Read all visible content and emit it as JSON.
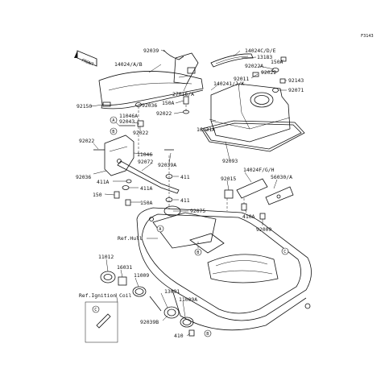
{
  "figure_code": "F3143",
  "front_marker": "FRONT",
  "callouts": [
    "A",
    "B",
    "C"
  ],
  "labels": {
    "p92039": "92039",
    "p14024CDE": "14024C/D/E",
    "p13183": "13183",
    "p150A_top": "150A",
    "p92022A": "92022A",
    "p92022_tr": "92022",
    "p14024AB": "14024/A/B",
    "p92011": "92011",
    "p92143": "92143",
    "p140241JK": "140241/J/K",
    "p92071": "92071",
    "p27016A": "27016/A",
    "p92150": "92150",
    "p92036_top": "92036",
    "p150A_mid": "150A",
    "p11046A": "11046A",
    "p92043": "92043",
    "p92022_mid": "92022",
    "p16031A": "16031A",
    "p92022_left": "92022",
    "p92022_c": "92022",
    "p11046": "11046",
    "p92039A": "92039A",
    "p92093": "92093",
    "p92072": "92072",
    "p92036_left": "92036",
    "p411A_left": "411A",
    "p411_r1": "411",
    "p411A_mid": "411A",
    "p150": "150",
    "p150A_low": "150A",
    "p411_r2": "411",
    "p92075": "92075",
    "p14024FGH": "14024F/G/H",
    "p92015": "92015",
    "p56030A": "56030/A",
    "p410A": "410A",
    "p92009": "92009",
    "ref_hull": "Ref.Hull",
    "p11012": "11012",
    "p16031": "16031",
    "p11009": "11009",
    "ref_ignition": "Ref.Ignition Coil",
    "p13091": "13091",
    "p11009A": "11009A",
    "p92039B": "92039B",
    "p410": "410"
  }
}
